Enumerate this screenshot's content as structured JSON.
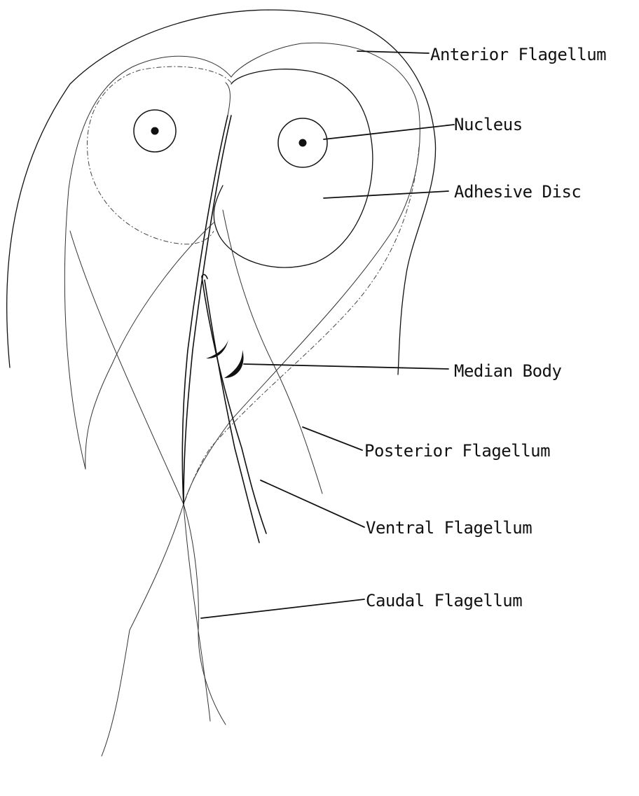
{
  "labels": {
    "anterior_flagellum": "Anterior Flagellum",
    "nucleus": "Nucleus",
    "adhesive_disc": "Adhesive Disc",
    "median_body": "Median Body",
    "posterior_flagellum": "Posterior Flagellum",
    "ventral_flagellum": "Ventral Flagellum",
    "caudal_flagellum": "Caudal Flagellum"
  },
  "colors": {
    "ink": "#111111",
    "background": "#ffffff"
  }
}
